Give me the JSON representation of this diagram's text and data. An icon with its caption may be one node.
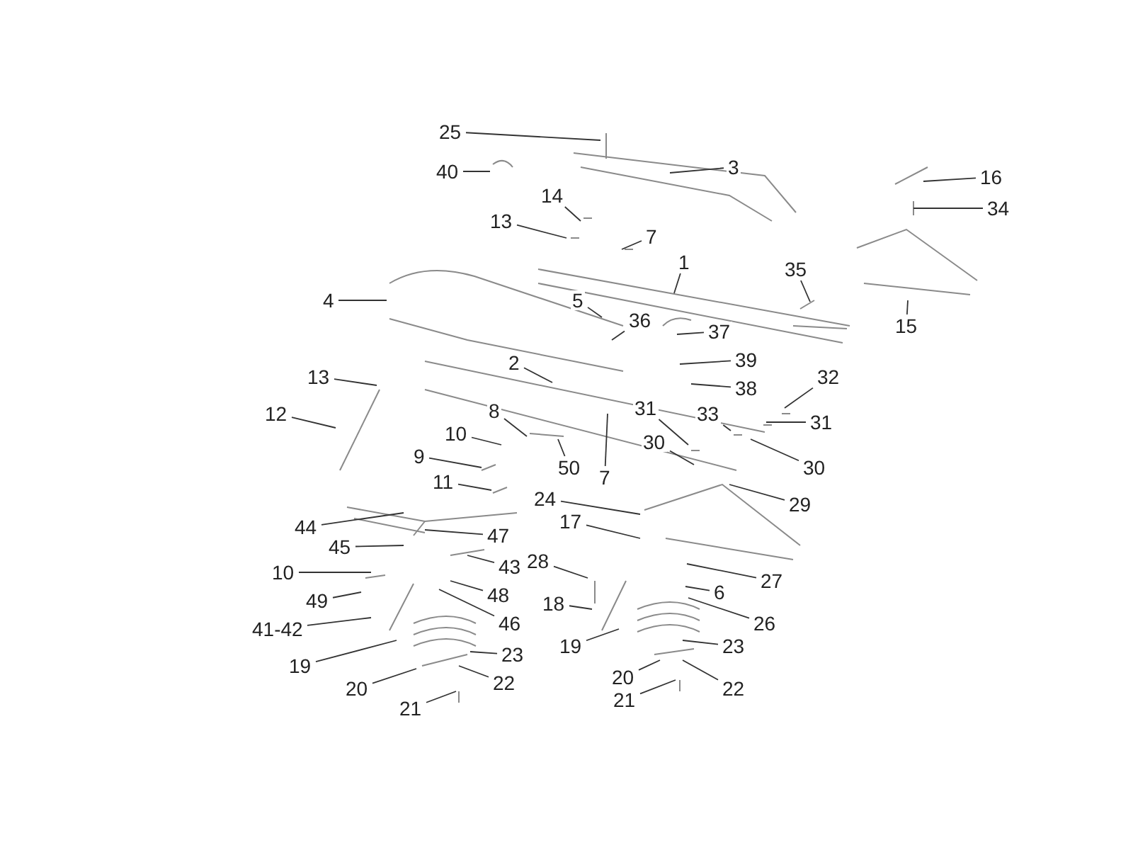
{
  "diagram": {
    "nodes": [
      {
        "text": [
          "25"
        ]
      },
      {
        "text": [
          "40"
        ]
      },
      {
        "text": [
          "3"
        ]
      },
      {
        "text": [
          "16"
        ]
      },
      {
        "text": [
          "14"
        ]
      },
      {
        "text": [
          "34"
        ]
      },
      {
        "text": [
          "13"
        ]
      },
      {
        "text": [
          "7"
        ]
      },
      {
        "text": [
          "1"
        ]
      },
      {
        "text": [
          "35"
        ]
      },
      {
        "text": [
          "4"
        ]
      },
      {
        "text": [
          "5"
        ]
      },
      {
        "text": [
          "15"
        ]
      },
      {
        "text": [
          "36"
        ]
      },
      {
        "text": [
          "37"
        ]
      },
      {
        "text": [
          "2"
        ]
      },
      {
        "text": [
          "39"
        ]
      },
      {
        "text": [
          "13"
        ]
      },
      {
        "text": [
          "38"
        ]
      },
      {
        "text": [
          "32"
        ]
      },
      {
        "text": [
          "31"
        ]
      },
      {
        "text": [
          "33"
        ]
      },
      {
        "text": [
          "12"
        ]
      },
      {
        "text": [
          "8"
        ]
      },
      {
        "text": [
          "30"
        ]
      },
      {
        "text": [
          "31"
        ]
      },
      {
        "text": [
          "10"
        ]
      },
      {
        "text": [
          "9"
        ]
      },
      {
        "text": [
          "30"
        ]
      },
      {
        "text": [
          "50"
        ]
      },
      {
        "text": [
          "11"
        ]
      },
      {
        "text": [
          "7"
        ]
      },
      {
        "text": [
          "24"
        ]
      },
      {
        "text": [
          "29"
        ]
      },
      {
        "text": [
          "17"
        ]
      },
      {
        "text": [
          "44"
        ]
      },
      {
        "text": [
          "47"
        ]
      },
      {
        "text": [
          "45"
        ]
      },
      {
        "text": [
          "28"
        ]
      },
      {
        "text": [
          "43"
        ]
      },
      {
        "text": [
          "10"
        ]
      },
      {
        "text": [
          "27"
        ]
      },
      {
        "text": [
          "6"
        ]
      },
      {
        "text": [
          "48"
        ]
      },
      {
        "text": [
          "49"
        ]
      },
      {
        "text": [
          "18"
        ]
      },
      {
        "text": [
          "46"
        ]
      },
      {
        "text": [
          "26"
        ]
      },
      {
        "text": [
          "41-42"
        ]
      },
      {
        "text": [
          "19"
        ]
      },
      {
        "text": [
          "23"
        ]
      },
      {
        "text": [
          "23"
        ]
      },
      {
        "text": [
          "19"
        ]
      },
      {
        "text": [
          "20"
        ]
      },
      {
        "text": [
          "22"
        ]
      },
      {
        "text": [
          "20"
        ]
      },
      {
        "text": [
          "22"
        ]
      },
      {
        "text": [
          "21"
        ]
      },
      {
        "text": [
          "21"
        ]
      }
    ],
    "edges": [
      {
        "from": 0,
        "to": null,
        "arrow": "none"
      },
      {
        "from": 1,
        "to": null,
        "arrow": "none"
      },
      {
        "from": 2,
        "to": null,
        "arrow": "none"
      },
      {
        "from": 3,
        "to": null,
        "arrow": "none"
      },
      {
        "from": 4,
        "to": null,
        "arrow": "none"
      },
      {
        "from": 5,
        "to": null,
        "arrow": "none"
      },
      {
        "from": 6,
        "to": null,
        "arrow": "none"
      },
      {
        "from": 7,
        "to": null,
        "arrow": "none"
      },
      {
        "from": 8,
        "to": null,
        "arrow": "none"
      },
      {
        "from": 9,
        "to": null,
        "arrow": "none"
      },
      {
        "from": 10,
        "to": null,
        "arrow": "none"
      },
      {
        "from": 11,
        "to": null,
        "arrow": "none"
      },
      {
        "from": 12,
        "to": null,
        "arrow": "none"
      },
      {
        "from": 13,
        "to": null,
        "arrow": "none"
      },
      {
        "from": 14,
        "to": null,
        "arrow": "none"
      },
      {
        "from": 15,
        "to": null,
        "arrow": "none"
      },
      {
        "from": 16,
        "to": null,
        "arrow": "none"
      },
      {
        "from": 17,
        "to": null,
        "arrow": "none"
      },
      {
        "from": 18,
        "to": null,
        "arrow": "none"
      },
      {
        "from": 19,
        "to": null,
        "arrow": "none"
      },
      {
        "from": 20,
        "to": null,
        "arrow": "none"
      },
      {
        "from": 21,
        "to": null,
        "arrow": "none"
      },
      {
        "from": 22,
        "to": null,
        "arrow": "none"
      },
      {
        "from": 23,
        "to": null,
        "arrow": "none"
      },
      {
        "from": 24,
        "to": null,
        "arrow": "none"
      },
      {
        "from": 25,
        "to": null,
        "arrow": "none"
      },
      {
        "from": 26,
        "to": null,
        "arrow": "none"
      },
      {
        "from": 27,
        "to": null,
        "arrow": "none"
      },
      {
        "from": 28,
        "to": null,
        "arrow": "none"
      },
      {
        "from": 29,
        "to": null,
        "arrow": "none"
      },
      {
        "from": 30,
        "to": null,
        "arrow": "none"
      },
      {
        "from": 31,
        "to": null,
        "arrow": "none"
      },
      {
        "from": 32,
        "to": null,
        "arrow": "none"
      },
      {
        "from": 33,
        "to": null,
        "arrow": "none"
      },
      {
        "from": 34,
        "to": null,
        "arrow": "none"
      },
      {
        "from": 35,
        "to": null,
        "arrow": "none"
      },
      {
        "from": 36,
        "to": null,
        "arrow": "none"
      },
      {
        "from": 37,
        "to": null,
        "arrow": "none"
      },
      {
        "from": 38,
        "to": null,
        "arrow": "none"
      },
      {
        "from": 39,
        "to": null,
        "arrow": "none"
      },
      {
        "from": 40,
        "to": null,
        "arrow": "none"
      },
      {
        "from": 41,
        "to": null,
        "arrow": "none"
      },
      {
        "from": 42,
        "to": null,
        "arrow": "none"
      },
      {
        "from": 43,
        "to": null,
        "arrow": "none"
      },
      {
        "from": 44,
        "to": null,
        "arrow": "none"
      },
      {
        "from": 45,
        "to": null,
        "arrow": "none"
      },
      {
        "from": 46,
        "to": null,
        "arrow": "none"
      },
      {
        "from": 47,
        "to": null,
        "arrow": "none"
      },
      {
        "from": 48,
        "to": null,
        "arrow": "none"
      },
      {
        "from": 49,
        "to": null,
        "arrow": "none"
      },
      {
        "from": 50,
        "to": null,
        "arrow": "none"
      },
      {
        "from": 51,
        "to": null,
        "arrow": "none"
      },
      {
        "from": 52,
        "to": null,
        "arrow": "none"
      },
      {
        "from": 53,
        "to": null,
        "arrow": "none"
      },
      {
        "from": 54,
        "to": null,
        "arrow": "none"
      },
      {
        "from": 55,
        "to": null,
        "arrow": "none"
      },
      {
        "from": 56,
        "to": null,
        "arrow": "none"
      },
      {
        "from": 57,
        "to": null,
        "arrow": "none"
      },
      {
        "from": 58,
        "to": null,
        "arrow": "none"
      }
    ]
  }
}
